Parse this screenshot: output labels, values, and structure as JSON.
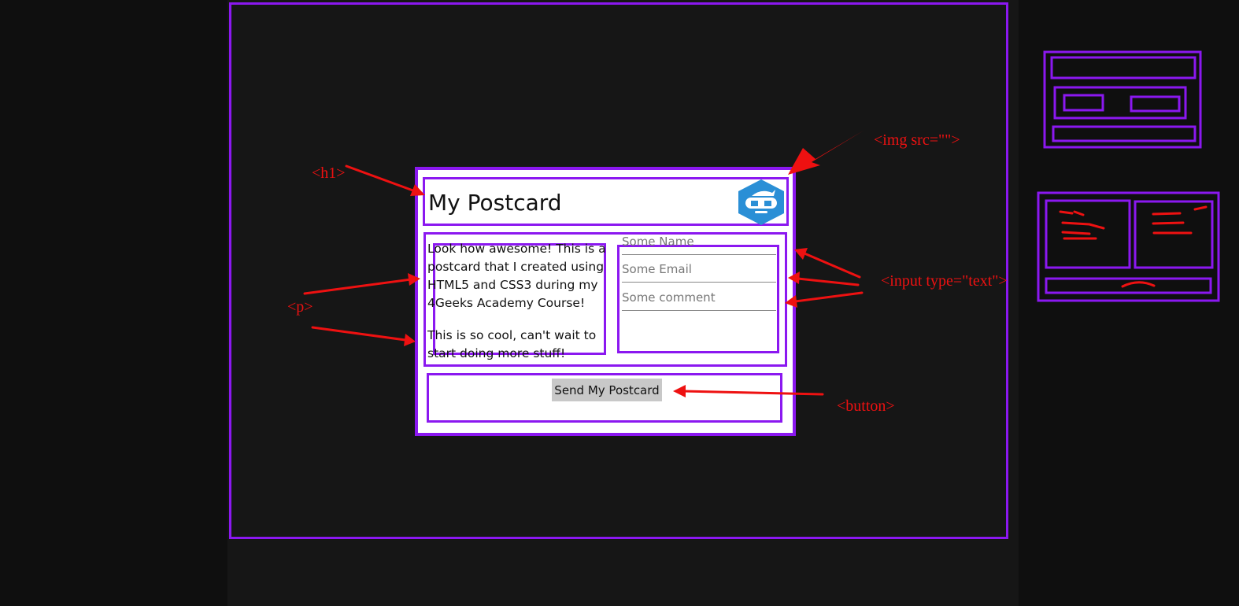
{
  "postcard": {
    "title": "My Postcard",
    "paragraph_1": "Look how awesome! This is a postcard that I created using HTML5 and CSS3 during my 4Geeks Academy Course!",
    "paragraph_2": "This is so cool, can't wait to start doing more stuff!",
    "fields": [
      {
        "placeholder": "Some Name"
      },
      {
        "placeholder": "Some Email"
      },
      {
        "placeholder": "Some comment"
      }
    ],
    "button_label": "Send My Postcard",
    "logo_icon": "4geeks-robot-face-icon"
  },
  "annotations": {
    "h1": "<h1>",
    "p": "<p>",
    "img": "<img src=\"\">",
    "input": "<input type=\"text\">",
    "button": "<button>"
  },
  "colors": {
    "frame": "#8b18f0",
    "annotation": "#ee1111",
    "background": "#161616",
    "logo": "#2a8fd6"
  }
}
